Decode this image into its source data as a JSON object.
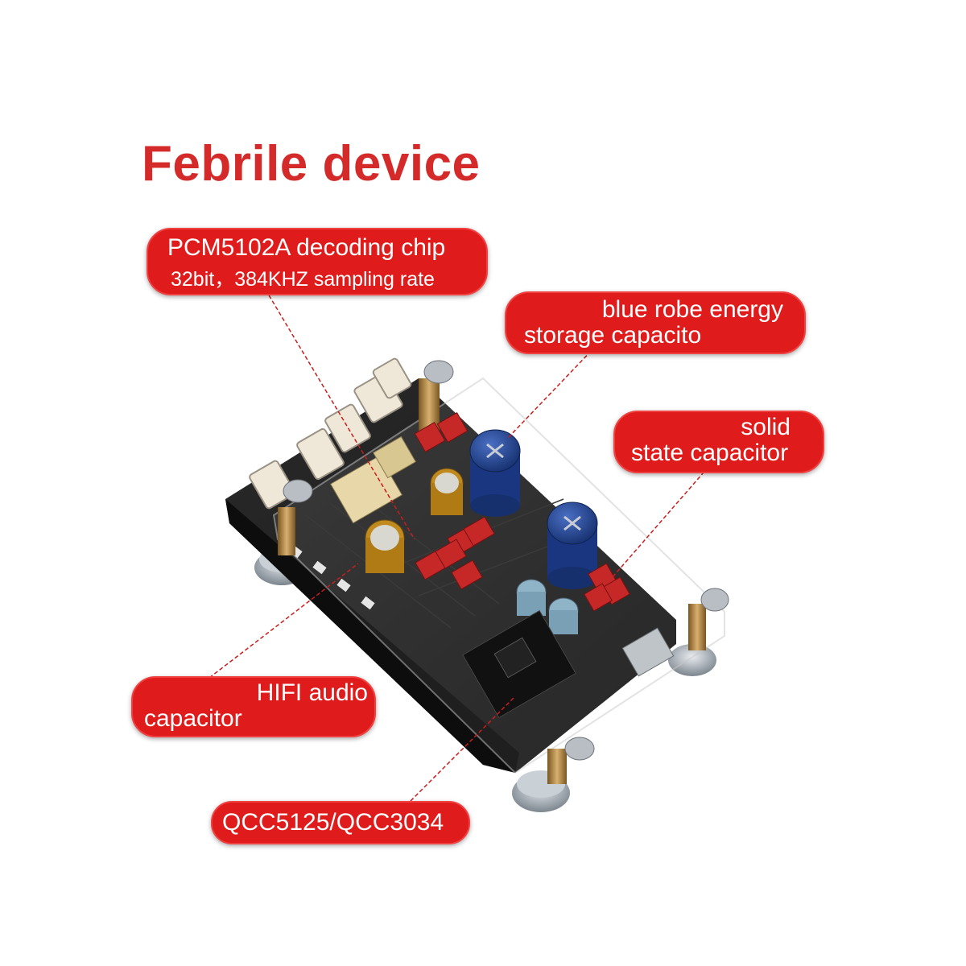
{
  "title": "Febrile device",
  "labels": {
    "pcm": {
      "line1": "PCM5102A decoding chip",
      "line2": "32bit，384KHZ sampling rate"
    },
    "blue_cap": {
      "line1": "blue robe energy",
      "line2": "storage capacito"
    },
    "solid_cap": {
      "line1": "solid",
      "line2": "state capacitor"
    },
    "hifi_cap": {
      "line1": "HIFI audio",
      "line2": "capacitor"
    },
    "qcc": {
      "line1": "QCC5125/QCC3034"
    }
  },
  "colors": {
    "title": "#d42a2a",
    "pill": "#e01b1b",
    "board": "#1c1c1c",
    "blue_capacitor": "#1f3f8c",
    "red_capacitor": "#c62828",
    "gold_capacitor": "#c08a1e"
  }
}
